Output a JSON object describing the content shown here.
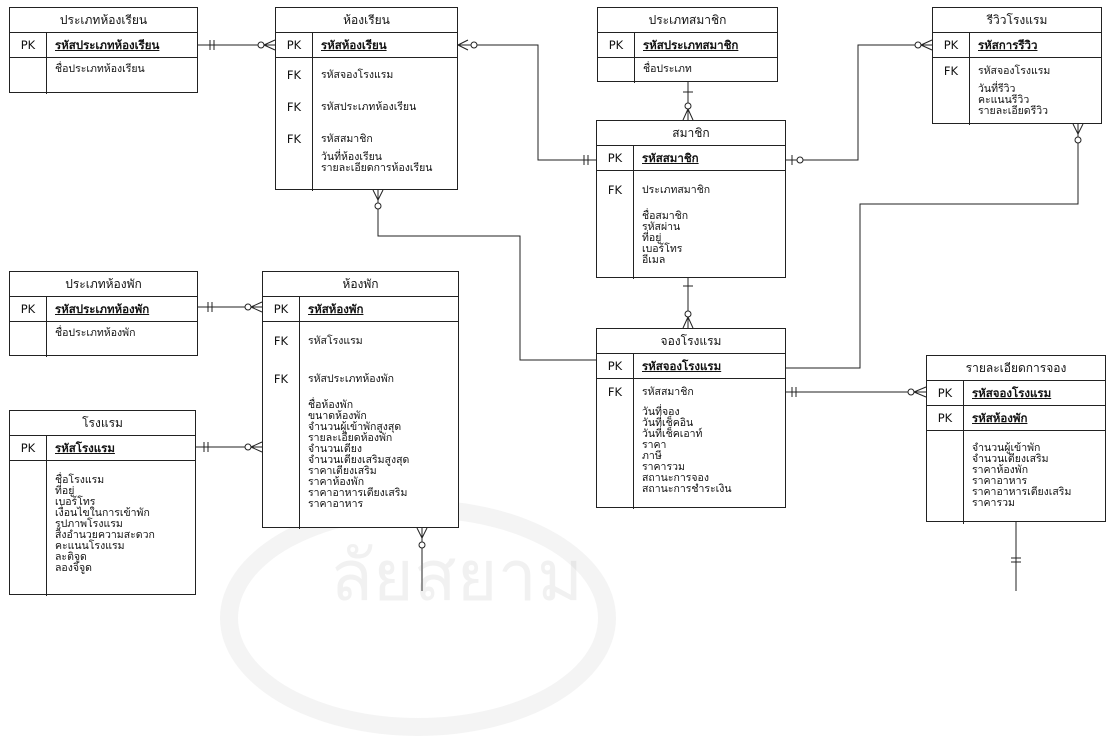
{
  "watermark": "ลัยสยาม",
  "entities": {
    "room_booking_type": {
      "title": "ประเภทห้องเรียน",
      "pk_label": "PK",
      "pk": "รหัสประเภทห้องเรียน",
      "attrs": [
        "ชื่อประเภทห้องเรียน"
      ]
    },
    "room_booking": {
      "title": "ห้องเรียน",
      "pk_label": "PK",
      "pk": "รหัสห้องเรียน",
      "fk_label": "FK",
      "fks": [
        "รหัสจองโรงแรม",
        "รหัสประเภทห้องเรียน",
        "รหัสสมาชิก"
      ],
      "attrs": [
        "วันที่ห้องเรียน",
        "รายละเอียดการห้องเรียน"
      ]
    },
    "member_type": {
      "title": "ประเภทสมาชิก",
      "pk_label": "PK",
      "pk": "รหัสประเภทสมาชิก",
      "attrs": [
        "ชื่อประเภท"
      ]
    },
    "hotel_review": {
      "title": "รีวิวโรงแรม",
      "pk_label": "PK",
      "pk": "รหัสการรีวิว",
      "fk_label": "FK",
      "fks": [
        "รหัสจองโรงแรม"
      ],
      "attrs": [
        "วันที่รีวิว",
        "คะแนนรีวิว",
        "รายละเอียดรีวิว"
      ]
    },
    "member": {
      "title": "สมาชิก",
      "pk_label": "PK",
      "pk": "รหัสสมาชิก",
      "fk_label": "FK",
      "fks": [
        "ประเภทสมาชิก"
      ],
      "attrs": [
        "ชื่อสมาชิก",
        "รหัสผ่าน",
        "ที่อยู่",
        "เบอร์โทร",
        "อีเมล"
      ]
    },
    "room_type": {
      "title": "ประเภทห้องพัก",
      "pk_label": "PK",
      "pk": "รหัสประเภทห้องพัก",
      "attrs": [
        "ชื่อประเภทห้องพัก"
      ]
    },
    "room": {
      "title": "ห้องพัก",
      "pk_label": "PK",
      "pk": "รหัสห้องพัก",
      "fk_label": "FK",
      "fks": [
        "รหัสโรงแรม",
        "รหัสประเภทห้องพัก"
      ],
      "attrs": [
        "ชื่อห้องพัก",
        "ขนาดห้องพัก",
        "จำนวนผู้เข้าพักสูงสุด",
        "รายละเอียดห้องพัก",
        "จำนวนเตียง",
        "จำนวนเตียงเสริมสูงสุด",
        "ราคาเตียงเสริม",
        "ราคาห้องพัก",
        "ราคาอาหารเตียงเสริม",
        "ราคาอาหาร"
      ]
    },
    "hotel": {
      "title": "โรงแรม",
      "pk_label": "PK",
      "pk": "รหัสโรงแรม",
      "attrs": [
        "ชื่อโรงแรม",
        "ที่อยู่",
        "เบอร์โทร",
        "เงื่อนไขในการเข้าพัก",
        "รูปภาพโรงแรม",
        "สิ่งอำนวยความสะดวก",
        "คะแนนโรงแรม",
        "ละติจูด",
        "ลองจิจูด"
      ]
    },
    "hotel_booking": {
      "title": "จองโรงแรม",
      "pk_label": "PK",
      "pk": "รหัสจองโรงแรม",
      "fk_label": "FK",
      "fks": [
        "รหัสสมาชิก"
      ],
      "attrs": [
        "วันที่จอง",
        "วันที่เช็คอิน",
        "วันที่เช็คเอาท์",
        "ราคา",
        "ภาษี",
        "ราคารวม",
        "สถานะการจอง",
        "สถานะการชำระเงิน"
      ]
    },
    "booking_detail": {
      "title": "รายละเอียดการจอง",
      "pk_label": "PK",
      "pk": "รหัสจองโรงแรม",
      "pk2": "รหัสห้องพัก",
      "attrs": [
        "จำนวนผู้เข้าพัก",
        "จำนวนเตียงเสริม",
        "ราคาห้องพัก",
        "ราคาอาหาร",
        "ราคาอาหารเตียงเสริม",
        "ราคารวม"
      ]
    }
  }
}
